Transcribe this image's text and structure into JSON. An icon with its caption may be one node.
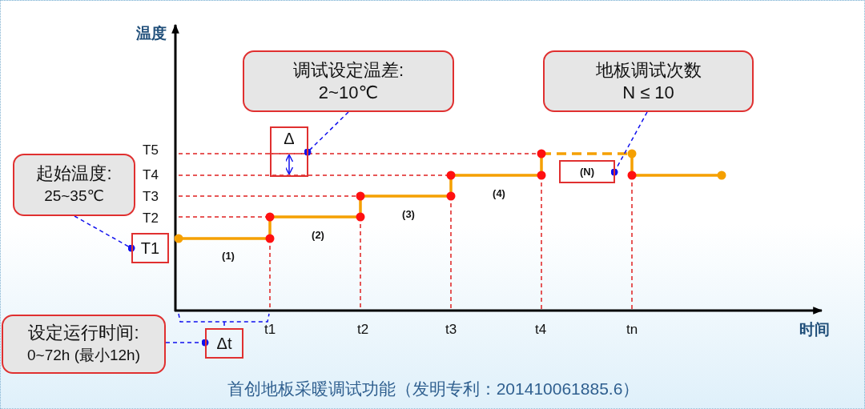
{
  "diagram": {
    "caption": "首创地板采暖调试功能（发明专利：201410061885.6）",
    "nodes": [
      {
        "text": [
          "调试设定温差:",
          "2~10℃"
        ]
      },
      {
        "text": [
          "地板调试次数",
          "N ≤ 10"
        ]
      },
      {
        "text": [
          "起始温度:",
          "25~35℃"
        ]
      },
      {
        "text": [
          "Δ"
        ]
      },
      {
        "text": [
          "(N)"
        ]
      },
      {
        "text": [
          "T1"
        ]
      },
      {
        "text": [
          "设定运行时间:",
          "0~72h (最小12h)"
        ]
      },
      {
        "text": [
          "Δt"
        ]
      }
    ],
    "edges": [
      {
        "from": 0,
        "to": 3,
        "arrow": "other",
        "style": "dashed"
      },
      {
        "from": 1,
        "to": 4,
        "arrow": "other",
        "style": "dashed"
      },
      {
        "from": 2,
        "to": 5,
        "arrow": "other",
        "style": "dashed"
      },
      {
        "from": 6,
        "to": 7,
        "arrow": "other",
        "style": "dashed"
      }
    ],
    "labels": [
      "温度",
      "T5",
      "T4",
      "T3",
      "T2",
      "(1)",
      "(2)",
      "(3)",
      "(4)",
      "t1",
      "t2",
      "t3",
      "t4",
      "tn",
      "时间"
    ]
  }
}
